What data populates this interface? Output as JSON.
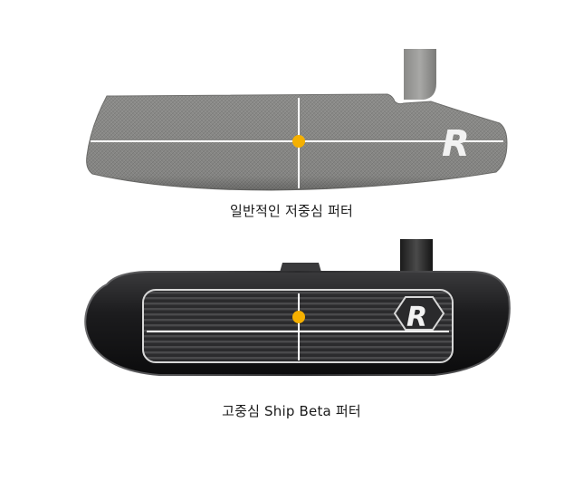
{
  "captions": {
    "blade": "일반적인 저중심 퍼터",
    "mallet": "고중심 Ship Beta 퍼터"
  },
  "logo_letter": "R",
  "colors": {
    "center_of_gravity_dot": "#f5b000",
    "guide_lines": "#ffffff",
    "blade_head": "#8e8e8c",
    "mallet_head": "#1f1f21"
  }
}
